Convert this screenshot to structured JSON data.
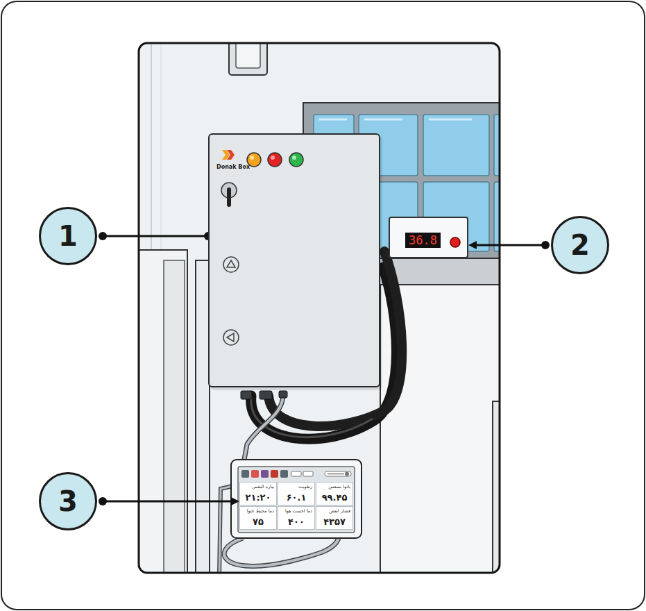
{
  "diagram": {
    "nodes": [
      {
        "text": [
          "Donak Box"
        ]
      },
      {
        "text": [
          "1"
        ]
      },
      {
        "text": [
          "36.8"
        ]
      },
      {
        "text": [
          "2"
        ]
      },
      {
        "text": [
          "3"
        ]
      },
      {
        "text": [
          "بیاره البقس",
          "۲۱:۲۰"
        ]
      },
      {
        "text": [
          "رطوبت",
          "۶۰.۱"
        ]
      },
      {
        "text": [
          "باتوا بسعس",
          "۹۹.۴۵"
        ]
      },
      {
        "text": [
          "دما محیط عنوا",
          "۷۵"
        ]
      },
      {
        "text": [
          "دما اجست هوا",
          "۴۰۰"
        ]
      },
      {
        "text": [
          "فشار انعص",
          "۴۳۵۷"
        ]
      }
    ],
    "edges": [
      {
        "from": 1,
        "to": 0,
        "arrow": "none"
      },
      {
        "from": 3,
        "to": 2,
        "arrow": "to"
      },
      {
        "from": 4,
        "to": 5,
        "arrow": "to"
      }
    ]
  }
}
